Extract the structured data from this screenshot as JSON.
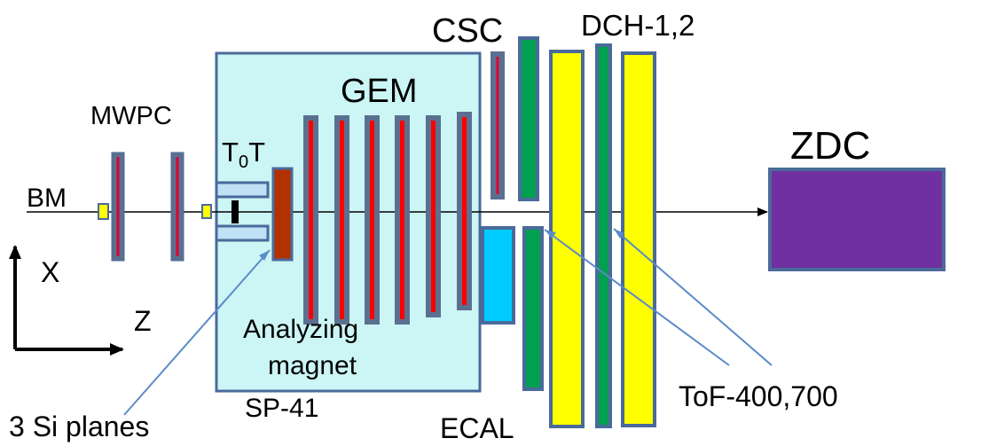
{
  "labels": {
    "bm": "BM",
    "mwpc": "MWPC",
    "t0t_main": "T",
    "t0t_sub": "0",
    "t0t_tail": "T",
    "gem": "GEM",
    "csc": "CSC",
    "dch": "DCH-1,2",
    "zdc": "ZDC",
    "axis_x": "X",
    "axis_z": "Z",
    "magnet_line1": "Analyzing",
    "magnet_line2": "magnet",
    "magnet_line3": "SP-41",
    "si_planes": "3 Si planes",
    "ecal": "ECAL",
    "tof": "ToF-400,700"
  },
  "colors": {
    "magnet_fill": "#ccf5f5",
    "frame_stroke": "#4a6a9a",
    "detector_plane": "#dd0033",
    "gem_strip": "#ff0000",
    "csc_plane": "#00a050",
    "dch_fill": "#ffff00",
    "ecal_fill": "#00ccff",
    "zdc_fill": "#7030a0",
    "si_fill": "#b33000",
    "bm_fill": "#ffff00",
    "pointer_line": "#5b8bc8"
  }
}
